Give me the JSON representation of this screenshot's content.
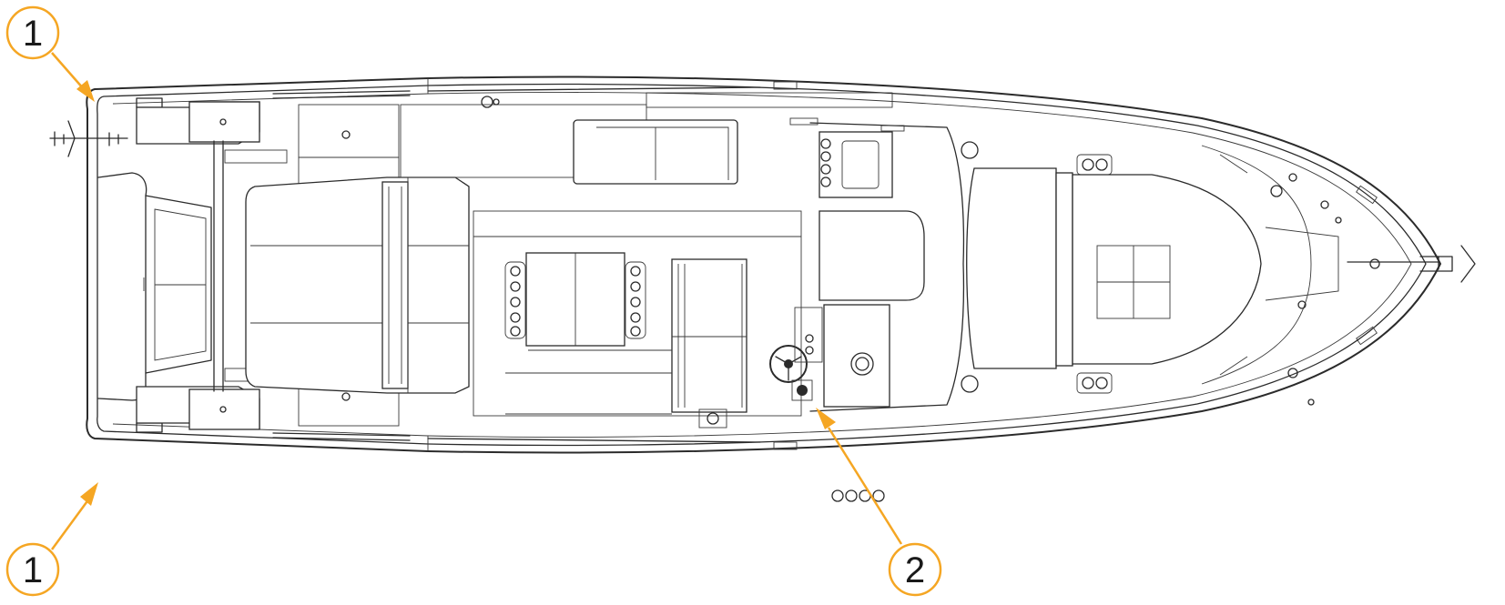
{
  "callouts": {
    "top_left": {
      "label": "1"
    },
    "bottom_left": {
      "label": "1"
    },
    "helm": {
      "label": "2"
    }
  },
  "colors": {
    "accent": "#F5A623",
    "line": "#2b2b2b",
    "background": "#ffffff"
  }
}
